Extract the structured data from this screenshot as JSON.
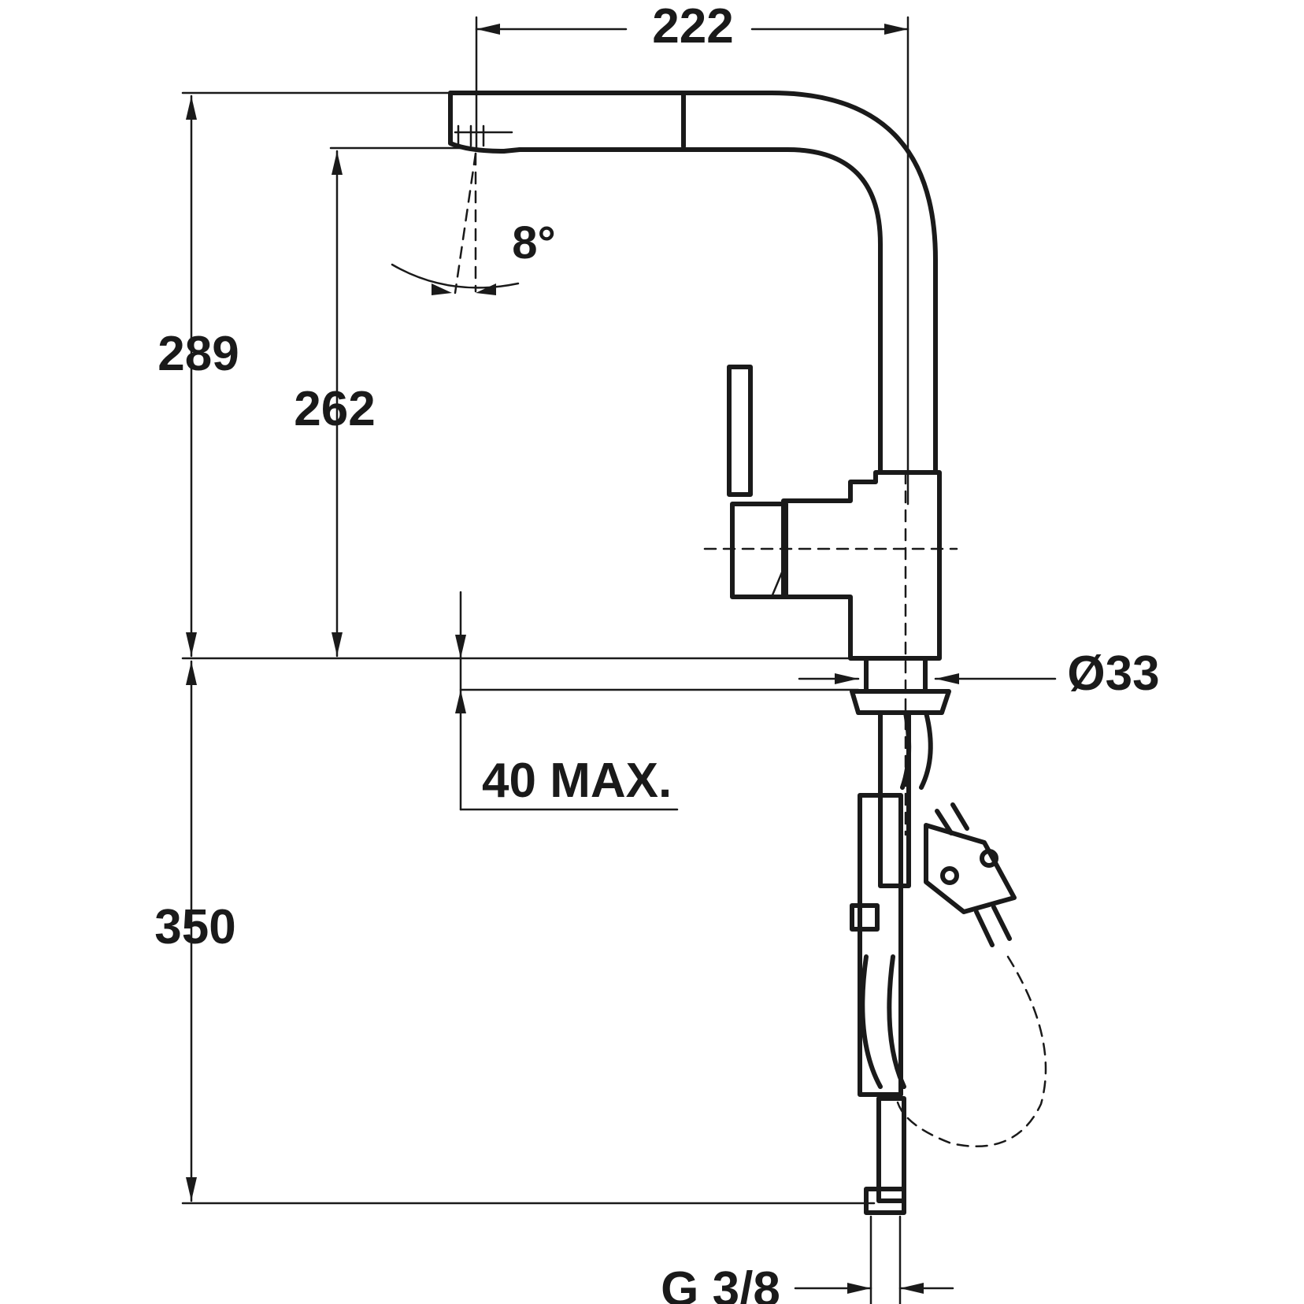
{
  "dimensions": {
    "width_222": "222",
    "height_289": "289",
    "height_262": "262",
    "tilt_angle": "8°",
    "deck_thickness": "40 MAX.",
    "diameter": "Ø33",
    "hose_length": "350",
    "connection": "G 3/8"
  },
  "colors": {
    "ink": "#1a1a1a",
    "background": "#ffffff"
  }
}
